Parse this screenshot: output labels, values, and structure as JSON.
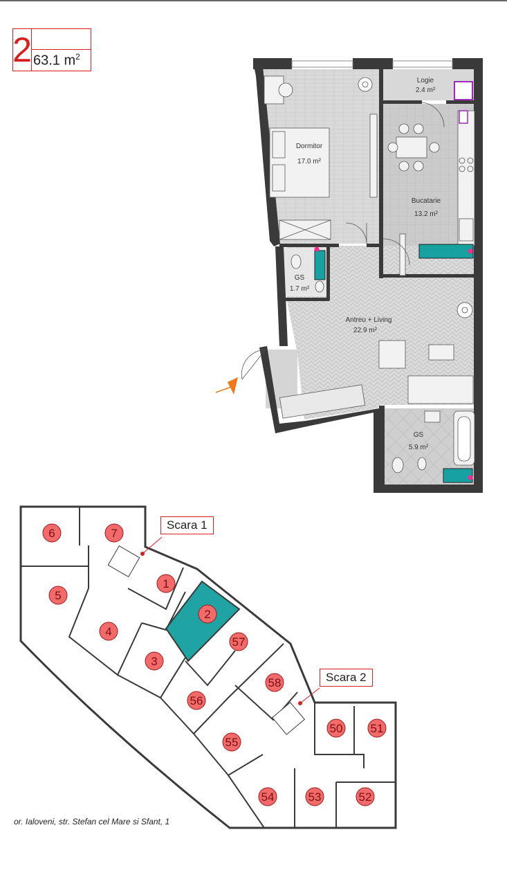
{
  "apartment": {
    "number": "2",
    "area": "63.1 m",
    "area_sup": "2"
  },
  "rooms": [
    {
      "name": "Logie",
      "area": "2.4 m²"
    },
    {
      "name": "Dormitor",
      "area": "17.0 m²"
    },
    {
      "name": "Bucatarie",
      "area": "13.2 m²"
    },
    {
      "name": "GS",
      "area": "1.7 m²"
    },
    {
      "name": "Antreu + Living",
      "area": "22.9 m²"
    },
    {
      "name": "GS",
      "area": "5.9 m²"
    }
  ],
  "site_plan": {
    "stairs": [
      "Scara 1",
      "Scara 2"
    ],
    "apartments": [
      "1",
      "2",
      "3",
      "4",
      "5",
      "6",
      "7",
      "50",
      "51",
      "52",
      "53",
      "54",
      "55",
      "56",
      "57",
      "58"
    ],
    "highlighted": "2"
  },
  "address": "or. Ialoveni, str. Stefan cel Mare si Sfant, 1",
  "colors": {
    "accent_red": "#d81e1e",
    "highlight_teal": "#1fa3a3",
    "entrance_arrow": "#f07a1a"
  }
}
